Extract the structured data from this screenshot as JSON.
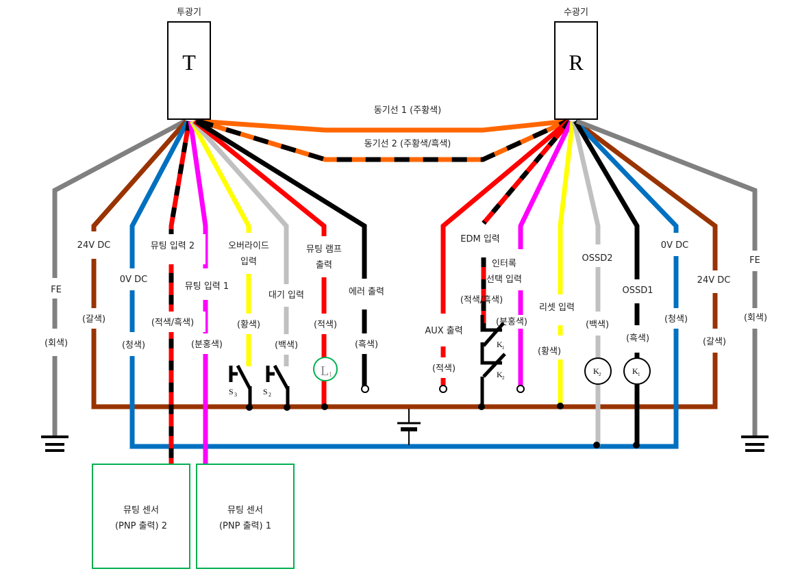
{
  "colors": {
    "gray": "#808080",
    "brown": "#993300",
    "blue": "#0070C0",
    "red": "#FF0000",
    "black": "#000000",
    "pink": "#FF00FF",
    "yellow": "#FFFF00",
    "white_wire": "#C0C0C0",
    "orange": "#FF6600",
    "sensor_box": "#00B050",
    "lamp": "#00B050"
  },
  "emitter": {
    "title": "투광기",
    "letter": "T"
  },
  "receiver": {
    "title": "수광기",
    "letter": "R"
  },
  "sync1": {
    "label": "동기선 1 (주황색)"
  },
  "sync2": {
    "label": "동기선 2 (주황색/흑색)"
  },
  "emitter_wires": [
    {
      "name": "FE",
      "color": "(회색)"
    },
    {
      "name": "24V DC",
      "color": "(갈색)"
    },
    {
      "name": "0V DC",
      "color": "(청색)"
    },
    {
      "name": "뮤팅 입력 2",
      "color": "(적색/흑색)"
    },
    {
      "name": "뮤팅 입력 1",
      "color": "(분홍색)"
    },
    {
      "name_line1": "오버라이드",
      "name_line2": "입력",
      "color": "(황색)"
    },
    {
      "name": "대기 입력",
      "color": "(백색)"
    },
    {
      "name_line1": "뮤팅 램프",
      "name_line2": "출력",
      "color": "(적색)"
    },
    {
      "name": "에러 출력",
      "color": "(흑색)"
    }
  ],
  "receiver_wires": [
    {
      "name": "AUX 출력",
      "color": "(적색)"
    },
    {
      "name": "EDM 입력",
      "color": "(적색/흑색)"
    },
    {
      "name_line1": "인터록",
      "name_line2": "선택 입력",
      "color": "(분홍색)"
    },
    {
      "name": "리셋 입력",
      "color": "(황색)"
    },
    {
      "name": "OSSD2",
      "color": "(백색)"
    },
    {
      "name": "OSSD1",
      "color": "(흑색)"
    },
    {
      "name": "0V DC",
      "color": "(청색)"
    },
    {
      "name": "24V DC",
      "color": "(갈색)"
    },
    {
      "name": "FE",
      "color": "(회색)"
    }
  ],
  "components": {
    "s3": "S",
    "s3_sub": "3",
    "s2": "S",
    "s2_sub": "2",
    "l1": "L",
    "l1_sub": "1",
    "k1": "K",
    "k1_sub": "1",
    "k2": "K",
    "k2_sub": "2"
  },
  "sensors": [
    {
      "line1": "뮤팅 센서",
      "line2": "(PNP 출력) 2"
    },
    {
      "line1": "뮤팅 센서",
      "line2": "(PNP 출력) 1"
    }
  ]
}
